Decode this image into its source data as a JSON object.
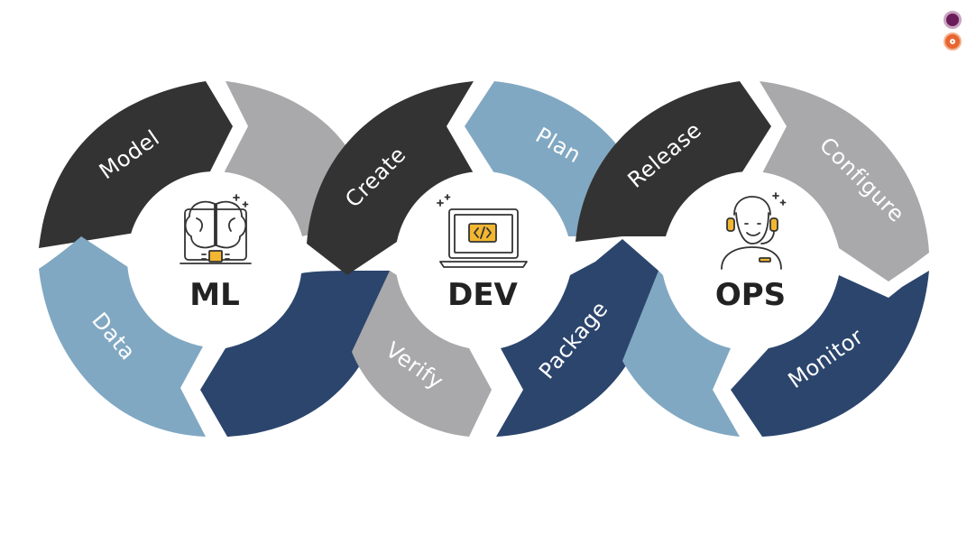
{
  "colors": {
    "dark": "#333333",
    "gray": "#a9a8aa",
    "light_blue": "#81a8c2",
    "navy": "#2b456d",
    "icon_yellow": "#f2b631",
    "text_dark": "#222222"
  },
  "hubs": [
    {
      "label": "ML",
      "icon": "brain-chip-icon"
    },
    {
      "label": "DEV",
      "icon": "laptop-code-icon"
    },
    {
      "label": "OPS",
      "icon": "support-agent-icon"
    }
  ],
  "segments": {
    "model": "Model",
    "data": "Data",
    "create": "Create",
    "plan": "Plan",
    "verify": "Verify",
    "package": "Package",
    "release": "Release",
    "configure": "Configure",
    "monitor": "Monitor"
  },
  "tray_icons": [
    "app-icon-purple",
    "app-icon-orange"
  ]
}
